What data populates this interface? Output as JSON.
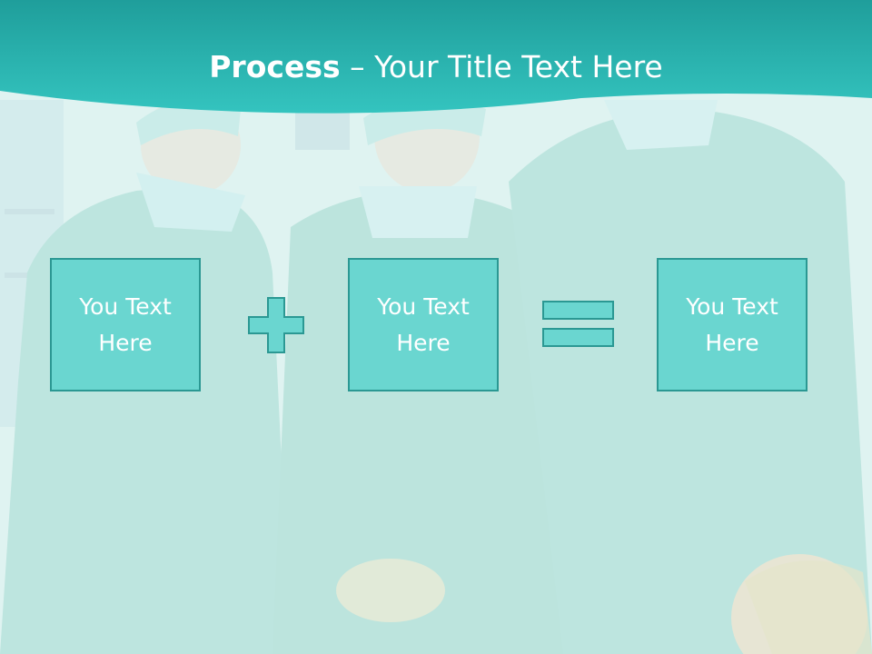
{
  "slide": {
    "title_bold": "Process",
    "title_rest": " – Your Title Text Here",
    "boxes": [
      {
        "label": "You Text Here"
      },
      {
        "label": "You Text Here"
      },
      {
        "label": "You Text Here"
      }
    ],
    "operators": [
      "plus-icon",
      "equals-icon"
    ],
    "colors": {
      "banner": "#2fb9b5",
      "box_fill": "#6ad6d0",
      "box_border": "#2b9893",
      "text": "#ffffff"
    }
  }
}
